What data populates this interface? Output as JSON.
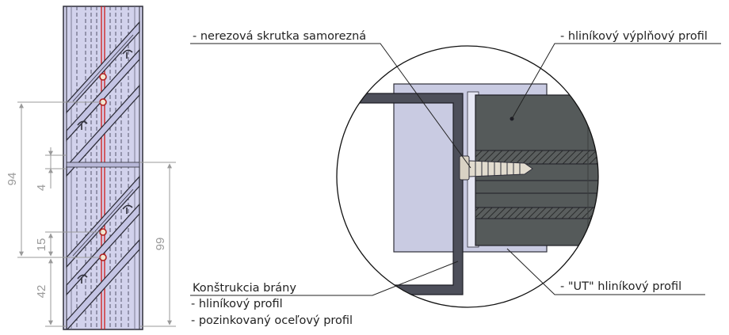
{
  "colors": {
    "profile_fill": "#d2d2ec",
    "profile_edge": "#2f2f3a",
    "dark_profile": "#555a5a",
    "galvanized": "#4d4f5a",
    "ut_profile": "#c9cbe2",
    "screw": "#d9d2c4",
    "red_line": "#d11a1a",
    "dimension": "#9a9a9a",
    "text": "#222222"
  },
  "dimensions": {
    "d94": "94",
    "d4": "4",
    "d15": "15",
    "d42": "42",
    "d99": "99"
  },
  "labels": {
    "screw": "- nerezová skrutka samorezná",
    "infill_profile": "- hliníkový výplňový profil",
    "ut_profile": "- \"UT\" hliníkový profil",
    "gate_title": "Konštrukcia brány",
    "gate_item_1": "- hliníkový profil",
    "gate_item_2": "- pozinkovaný oceľový profil"
  }
}
